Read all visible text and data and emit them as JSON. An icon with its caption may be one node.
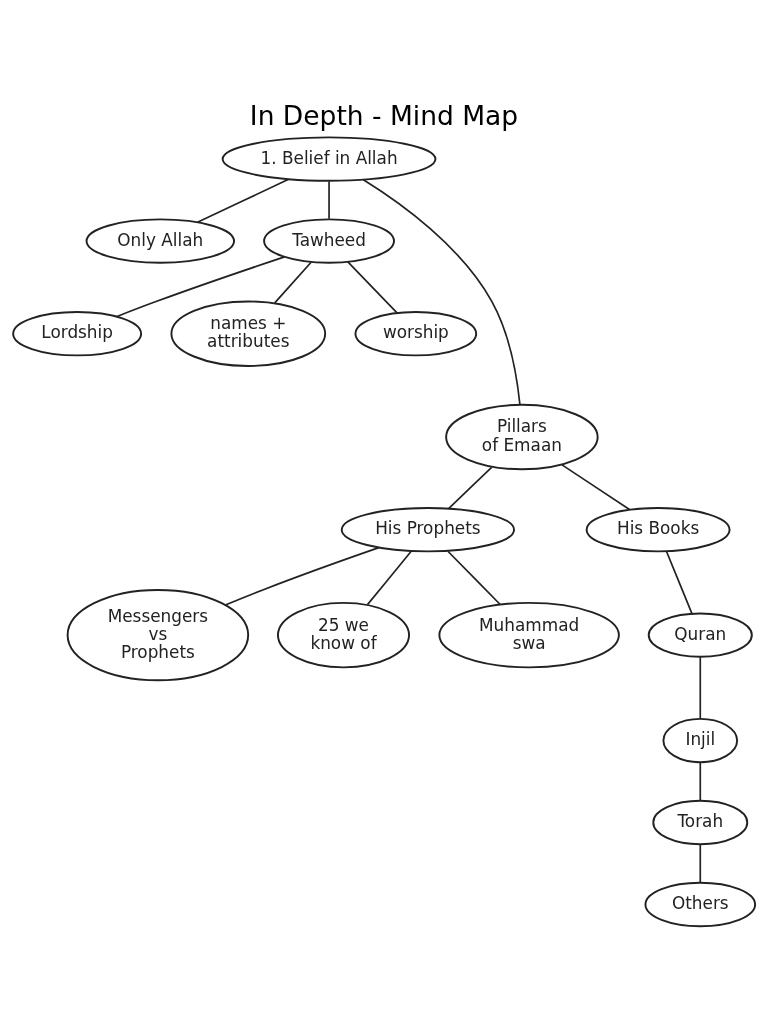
{
  "diagram": {
    "title": "In Depth - Mind Map",
    "nodes": [
      {
        "text": [
          "1. Belief in Allah"
        ]
      },
      {
        "text": [
          "Only Allah"
        ]
      },
      {
        "text": [
          "Tawheed"
        ]
      },
      {
        "text": [
          "Lordship"
        ]
      },
      {
        "text": [
          "names + attributes"
        ]
      },
      {
        "text": [
          "worship"
        ]
      },
      {
        "text": [
          "Pillars of Emaan"
        ]
      },
      {
        "text": [
          "His Prophets"
        ]
      },
      {
        "text": [
          "His Books"
        ]
      },
      {
        "text": [
          "Messengers vs Prophets"
        ]
      },
      {
        "text": [
          "25 we know of"
        ]
      },
      {
        "text": [
          "Muhammad swa"
        ]
      },
      {
        "text": [
          "Quran"
        ]
      },
      {
        "text": [
          "Injil"
        ]
      },
      {
        "text": [
          "Torah"
        ]
      },
      {
        "text": [
          "Others"
        ]
      }
    ],
    "edges": [
      {
        "from": 0,
        "to": 1,
        "arrow": "none"
      },
      {
        "from": 0,
        "to": 2,
        "arrow": "none"
      },
      {
        "from": 2,
        "to": 3,
        "arrow": "none"
      },
      {
        "from": 2,
        "to": 4,
        "arrow": "none"
      },
      {
        "from": 2,
        "to": 5,
        "arrow": "none"
      },
      {
        "from": 0,
        "to": 6,
        "arrow": "none"
      },
      {
        "from": 6,
        "to": 7,
        "arrow": "none"
      },
      {
        "from": 6,
        "to": 8,
        "arrow": "none"
      },
      {
        "from": 7,
        "to": 9,
        "arrow": "none"
      },
      {
        "from": 7,
        "to": 11,
        "arrow": "none"
      },
      {
        "from": 7,
        "to": 10,
        "arrow": "none"
      },
      {
        "from": 8,
        "to": 12,
        "arrow": "none"
      },
      {
        "from": 12,
        "to": 13,
        "arrow": "none"
      },
      {
        "from": 13,
        "to": 14,
        "arrow": "none"
      },
      {
        "from": 14,
        "to": 15,
        "arrow": "none"
      }
    ]
  }
}
